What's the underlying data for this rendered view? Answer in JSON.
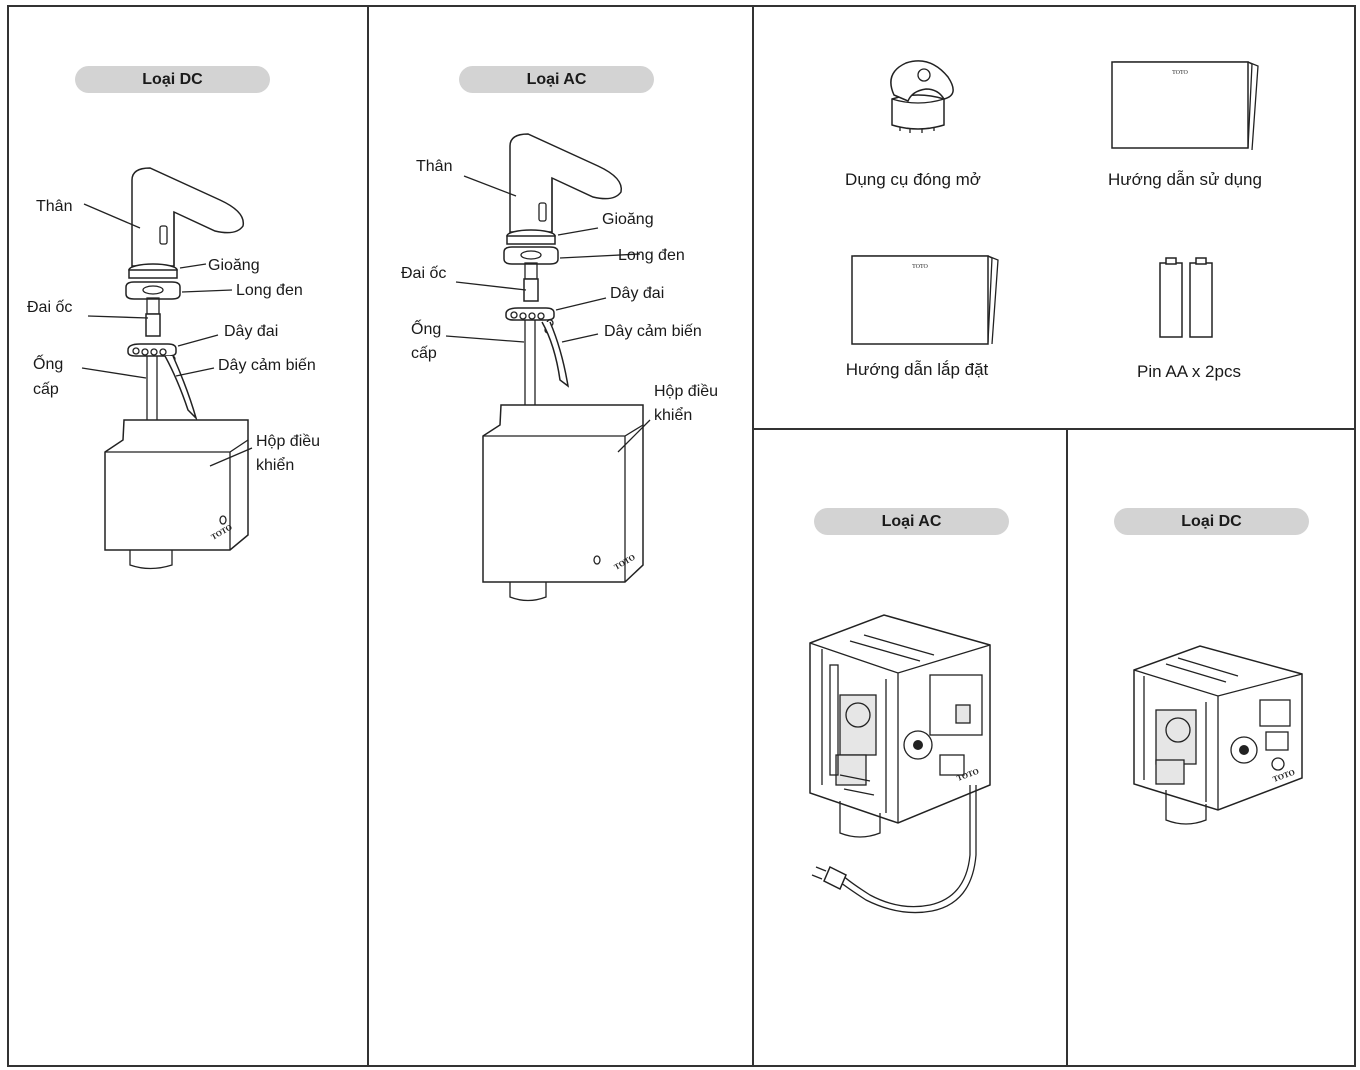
{
  "panels": {
    "dc_faucet": {
      "type_label": "Loại DC",
      "labels": {
        "body": "Thân",
        "gasket": "Gioăng",
        "washer": "Long đen",
        "nut": "Đai ốc",
        "strap": "Dây đai",
        "supply_pipe_1": "Ống",
        "supply_pipe_2": "cấp",
        "sensor_cable": "Dây cảm biến",
        "control_box_1": "Hộp điều",
        "control_box_2": "khiển"
      }
    },
    "ac_faucet": {
      "type_label": "Loại AC",
      "labels": {
        "body": "Thân",
        "gasket": "Gioăng",
        "washer": "Long đen",
        "nut": "Đai ốc",
        "strap": "Dây đai",
        "supply_pipe_1": "Ống",
        "supply_pipe_2": "cấp",
        "sensor_cable": "Dây cảm biến",
        "control_box_1": "Hộp điều",
        "control_box_2": "khiển"
      }
    },
    "accessories": {
      "tool": "Dụng cụ đóng mở",
      "user_manual": "Hướng dẫn sử dụng",
      "install_manual": "Hướng dẫn lắp đặt",
      "batteries": "Pin AA x 2pcs",
      "brand": "TOTO"
    },
    "ac_box": {
      "type_label": "Loại AC"
    },
    "dc_box": {
      "type_label": "Loại DC"
    }
  }
}
